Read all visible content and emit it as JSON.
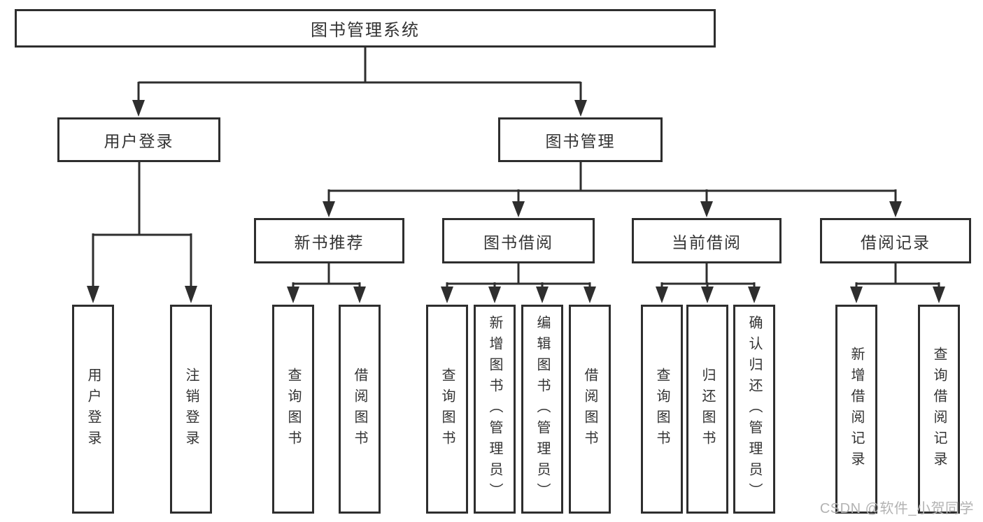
{
  "diagram": {
    "root": {
      "label": "图书管理系统"
    },
    "level2": [
      {
        "label": "用户登录"
      },
      {
        "label": "图书管理"
      }
    ],
    "level3": [
      {
        "label": "新书推荐"
      },
      {
        "label": "图书借阅"
      },
      {
        "label": "当前借阅"
      },
      {
        "label": "借阅记录"
      }
    ],
    "leaves": {
      "user_login": [
        "用户登录",
        "注销登录"
      ],
      "new_book": [
        "查询图书",
        "借阅图书"
      ],
      "book_borrow": [
        "查询图书",
        "新增图书（管理员）",
        "编辑图书（管理员）",
        "借阅图书"
      ],
      "current_borrow": [
        "查询图书",
        "归还图书",
        "确认归还（管理员）"
      ],
      "borrow_record": [
        "新增借阅记录",
        "查询借阅记录"
      ]
    },
    "watermark": "CSDN @软件_小贺同学",
    "colors": {
      "line": "#2e2e2e",
      "border": "#2e2e2e",
      "text": "#333333",
      "watermark": "#b3b3b3",
      "background": "#ffffff"
    }
  }
}
